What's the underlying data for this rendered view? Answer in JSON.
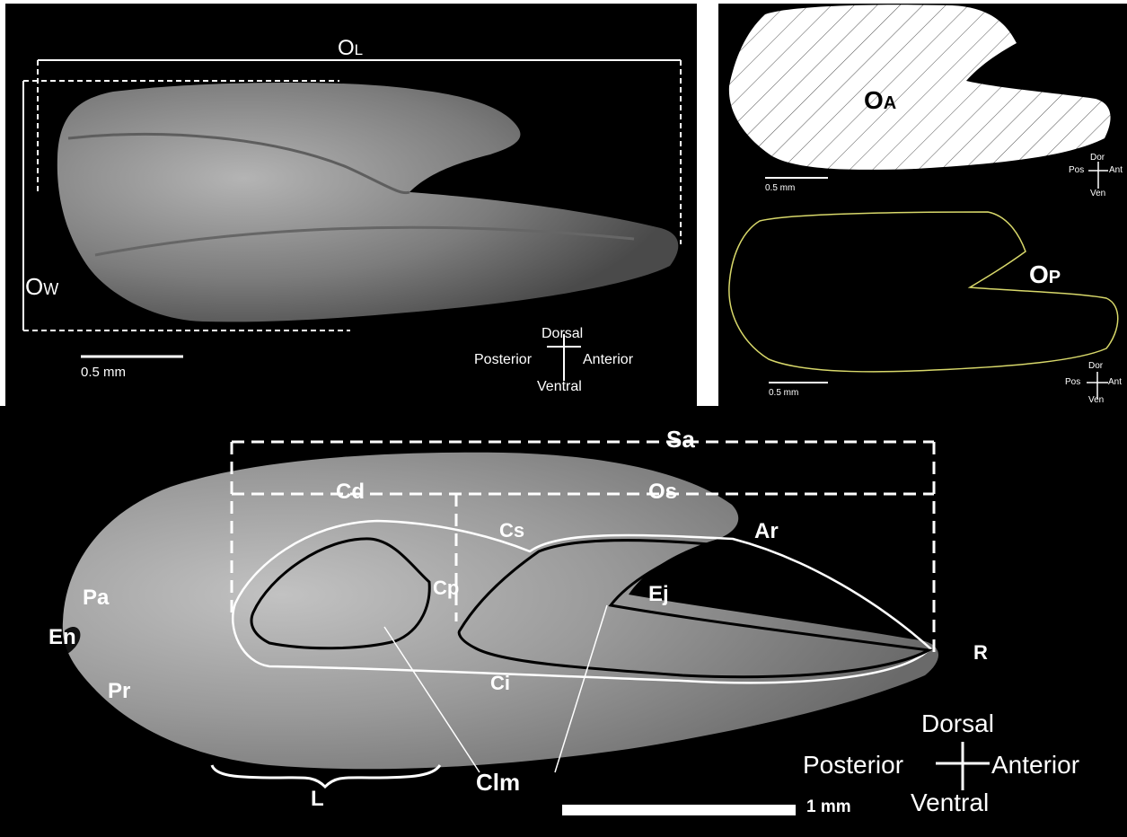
{
  "panel_a": {
    "label_ol": "O",
    "label_ol_sub": "L",
    "label_ow": "O",
    "label_ow_sub": "W",
    "scale": "0.5 mm",
    "compass": {
      "top": "Dorsal",
      "left": "Posterior",
      "right": "Anterior",
      "bottom": "Ventral"
    }
  },
  "panel_b": {
    "label": "O",
    "label_sub": "A",
    "scale": "0.5 mm",
    "compass": {
      "top": "Dor",
      "left": "Pos",
      "right": "Ant",
      "bottom": "Ven"
    }
  },
  "panel_c": {
    "label": "O",
    "label_sub": "P",
    "scale": "0.5 mm",
    "compass": {
      "top": "Dor",
      "left": "Pos",
      "right": "Ant",
      "bottom": "Ven"
    }
  },
  "panel_d": {
    "labels": {
      "sa": "Sa",
      "cd": "Cd",
      "os": "Os",
      "ar": "Ar",
      "cs": "Cs",
      "cp": "Cp",
      "ej": "Ej",
      "pa": "Pa",
      "en": "En",
      "pr": "Pr",
      "ci": "Ci",
      "r": "R",
      "clm": "Clm",
      "l": "L"
    },
    "scale": "1 mm",
    "compass": {
      "top": "Dorsal",
      "left": "Posterior",
      "right": "Anterior",
      "bottom": "Ventral"
    }
  },
  "colors": {
    "outline_yellow": "#d8d86a",
    "background": "#000000",
    "otolith_gray": "#9a9a9a"
  }
}
